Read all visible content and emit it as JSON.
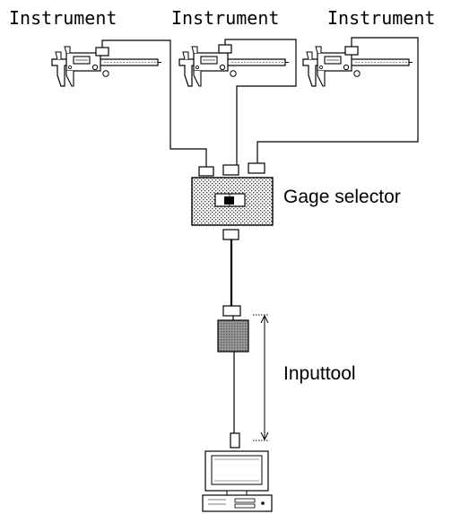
{
  "instruments": [
    {
      "label": "Instrument"
    },
    {
      "label": "Instrument"
    },
    {
      "label": "Instrument"
    }
  ],
  "gage_selector": {
    "label": "Gage selector"
  },
  "input_tool": {
    "label": "Inputtool"
  }
}
